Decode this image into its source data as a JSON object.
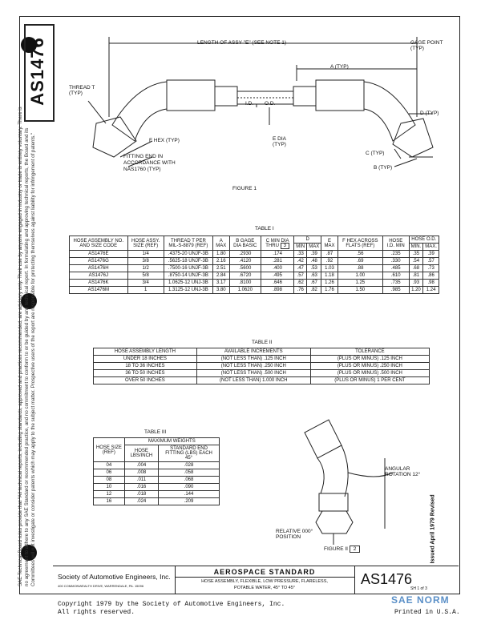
{
  "doc_number": "AS1476",
  "side_notice": "SAE Technical Board rules provide that \"All technical reports, including standards, approved and practices recommended, are advisory only. Their use by anyone engaged in industry or trade is entirely voluntary. There is no agreement to adhere to any SAE Standard or recommended practice, and no commitment to conform to or be guided by any technical report. In formulating and approving technical reports, the Board and its Committees will not investigate or consider patents which may apply to the subject matter. Prospective users of the report are responsible for protecting themselves against liability for infringement of patents.\"",
  "issued": "Issued April 1979 Revised",
  "figure1": {
    "caption": "FIGURE 1",
    "length_label": "LENGTH OF ASSY \"E\" (SEE NOTE 1)",
    "gage_point": "GAGE POINT",
    "typ": "(TYP)",
    "a_typ": "A (TYP)",
    "thread_t": "THREAD T",
    "id_label": "I.D.",
    "od_label": "O.D.",
    "d_typ": "D (TYP)",
    "e_dia": "E DIA",
    "f_hex": "F HEX (TYP)",
    "fitting_end": "FITTING END IN",
    "accordance": "ACCORDANCE WITH",
    "nas": "NAS1760 (TYP)",
    "c_typ": "C (TYP)",
    "b_typ": "B (TYP)"
  },
  "table1": {
    "caption": "TABLE I",
    "headers": {
      "hose_assy": "HOSE ASSEMBLY NO. AND SIZE CODE",
      "hose_assy_size": "HOSE ASSY. SIZE (REF)",
      "thread": "THREAD T PER MIL-S-8879 (REF)",
      "a": "A MAX",
      "b_gage": "B GAGE DIA BASIC",
      "c": "C MIN DIA THRU",
      "c_note": "3",
      "d": "D",
      "d_min": "MIN",
      "d_max": "MAX",
      "e": "E MAX",
      "f": "F HEX ACROSS FLATS (REF)",
      "hose_id": "HOSE I.D. MIN",
      "hose_od": "HOSE O.D.",
      "od_min": "MIN.",
      "od_max": "MAX."
    },
    "rows": [
      [
        "AS1476E",
        "1/4",
        ".4375-20 UNJF-3B",
        "1.80",
        ".2930",
        ".174",
        ".33",
        ".39",
        ".87",
        ".56",
        ".235",
        ".35",
        ".39"
      ],
      [
        "AS1476G",
        "3/8",
        ".5625-18 UNJF-3B",
        "2.16",
        ".4120",
        ".281",
        ".42",
        ".48",
        ".92",
        ".69",
        ".330",
        ".54",
        ".57"
      ],
      [
        "AS1476H",
        "1/2",
        ".7500-16 UNJF-3B",
        "2.51",
        ".5600",
        ".400",
        ".47",
        ".53",
        "1.03",
        ".88",
        ".485",
        ".68",
        ".73"
      ],
      [
        "AS1476J",
        "5/8",
        ".8750-14 UNJF-3B",
        "2.84",
        ".6720",
        ".495",
        ".57",
        ".63",
        "1.18",
        "1.00",
        ".610",
        ".81",
        ".86"
      ],
      [
        "AS1476K",
        "3/4",
        "1.0625-12 UNJ-3B",
        "3.17",
        ".8100",
        ".646",
        ".62",
        ".67",
        "1.26",
        "1.25",
        ".735",
        ".93",
        ".98"
      ],
      [
        "AS1476M",
        "1",
        "1.3125-12 UNJ-3B",
        "3.80",
        "1.0620",
        ".898",
        ".76",
        ".82",
        "1.76",
        "1.50",
        ".985",
        "1.20",
        "1.24"
      ]
    ]
  },
  "table2": {
    "caption": "TABLE II",
    "headers": [
      "HOSE ASSEMBLY LENGTH",
      "AVAILABLE INCREMENTS",
      "TOLERANCE"
    ],
    "rows": [
      [
        "UNDER 18 INCHES",
        "(NOT LESS THAN) .125 INCH",
        "(PLUS OR MINUS) .125 INCH"
      ],
      [
        "18 TO 36 INCHES",
        "(NOT LESS THAN) .250 INCH",
        "(PLUS OR MINUS) .250 INCH"
      ],
      [
        "36 TO 50 INCHES",
        "(NOT LESS THAN) .500 INCH",
        "(PLUS OR MINUS) .500 INCH"
      ],
      [
        "OVER 50 INCHES",
        "(NOT LESS THAN) 1.000 INCH",
        "(PLUS OR MINUS) 1 PER CENT"
      ]
    ]
  },
  "table3": {
    "caption": "TABLE III",
    "headers": {
      "size": "HOSE SIZE (REF)",
      "max_weights": "MAXIMUM WEIGHTS",
      "hose": "HOSE LBS/INCH",
      "fitting": "STANDARD END FITTING (LBS) EACH",
      "angle": "45°"
    },
    "rows": [
      [
        "04",
        ".004",
        ".028"
      ],
      [
        "06",
        ".008",
        ".058"
      ],
      [
        "08",
        ".011",
        ".068"
      ],
      [
        "10",
        ".016",
        ".090"
      ],
      [
        "12",
        ".018",
        ".144"
      ],
      [
        "16",
        ".024",
        ".209"
      ]
    ]
  },
  "figure2": {
    "caption": "FIGURE II",
    "note": "2",
    "angular": "ANGULAR",
    "rotation": "ROTATION 12°",
    "relative": "RELATIVE 000°",
    "position": "POSITION"
  },
  "title_block": {
    "society": "Society of Automotive Engineers, Inc.",
    "address": "400 COMMONWEALTH DRIVE, WARRENDALE, PA. 15096",
    "header": "AEROSPACE   STANDARD",
    "subtitle1": "HOSE ASSEMBLY, FLEXIBLE, LOW PRESSURE, FLARELESS,",
    "subtitle2": "POTABLE WATER, 45° TO 45°",
    "number": "AS1476",
    "sheet": "SH 1 of 3",
    "watermark": "SAE NORM"
  },
  "footer": {
    "copyright": "Copyright 1979 by the Society of Automotive Engineers, Inc.",
    "rights": "All rights reserved.",
    "printed": "Printed in U.S.A."
  }
}
